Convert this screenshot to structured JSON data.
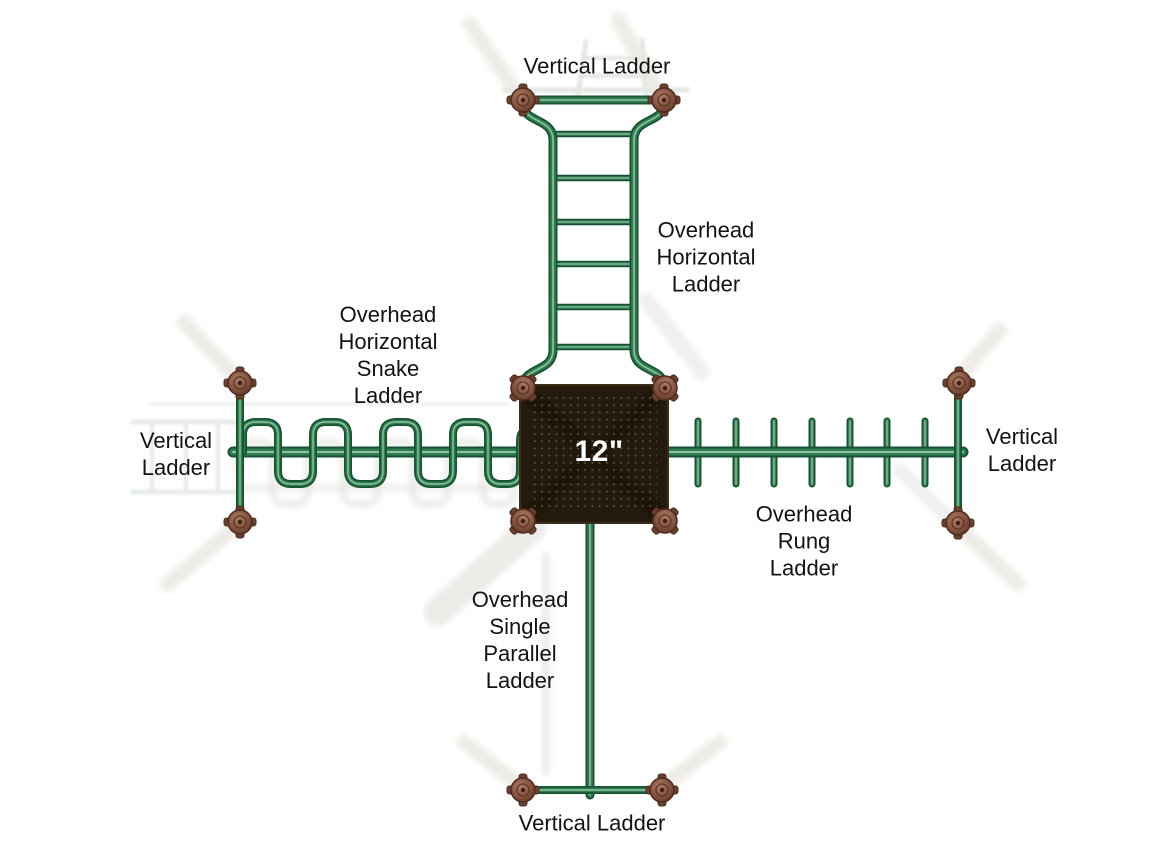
{
  "labels": {
    "top_vertical_ladder": "Vertical Ladder",
    "overhead_horizontal_ladder": "Overhead\nHorizontal\nLadder",
    "overhead_horizontal_snake_ladder": "Overhead\nHorizontal\nSnake\nLadder",
    "left_vertical_ladder": "Vertical\nLadder",
    "right_vertical_ladder": "Vertical\nLadder",
    "overhead_rung_ladder": "Overhead\nRung\nLadder",
    "overhead_single_parallel_ladder": "Overhead\nSingle\nParallel\nLadder",
    "bottom_vertical_ladder": "Vertical Ladder",
    "platform_size": "12\""
  },
  "colors": {
    "tube_green": "#2f7e4f",
    "tube_green_dark": "#175233",
    "tube_highlight": "#a3cbb0",
    "post_brown": "#865441",
    "platform_brown": "#241a0e",
    "label_text": "#131313",
    "platform_size_text": "#ffffff",
    "background": "#ffffff"
  }
}
